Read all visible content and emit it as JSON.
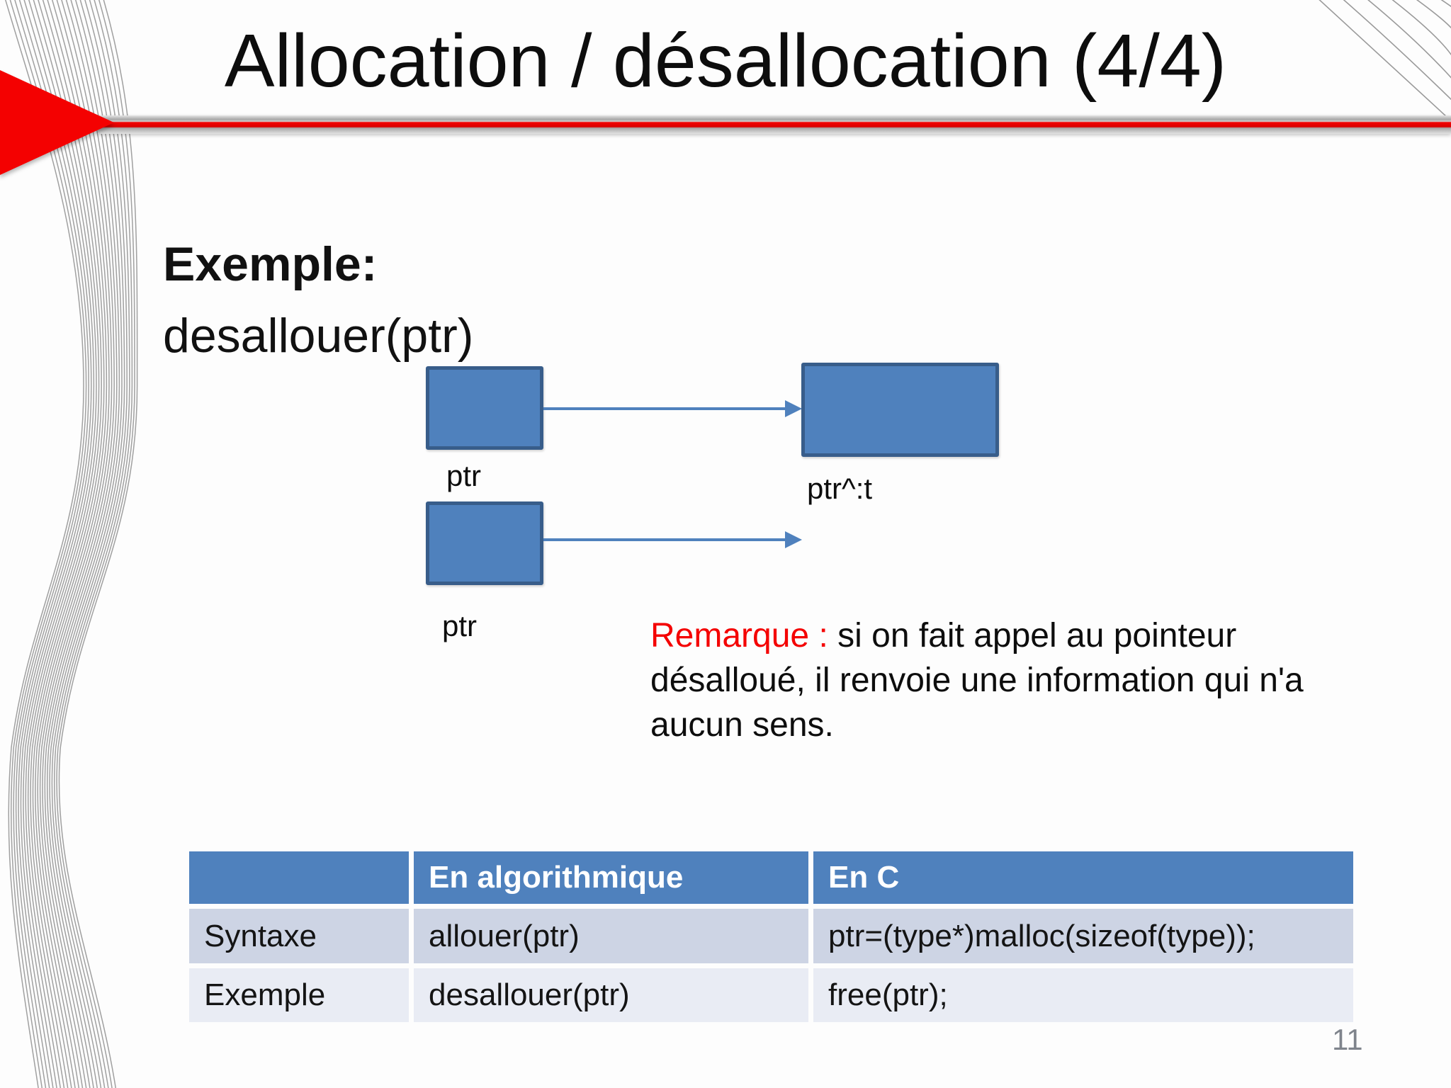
{
  "slide": {
    "title": "Allocation / désallocation (4/4)",
    "page_number": "11"
  },
  "example": {
    "heading": "Exemple:",
    "code": "desallouer(ptr)"
  },
  "diagram": {
    "ptr_label_1": "ptr",
    "ptr_deref_label": "ptr^:t",
    "ptr_label_2": "ptr"
  },
  "remark": {
    "label": "Remarque : ",
    "line1_rest": "si on fait appel au pointeur",
    "line2": "désalloué, il renvoie une information qui n'a",
    "line3": "aucun sens."
  },
  "table": {
    "headers": [
      "",
      "En algorithmique",
      "En C"
    ],
    "rows": [
      {
        "label": "Syntaxe",
        "algorithmic": "allouer(ptr)",
        "c": "ptr=(type*)malloc(sizeof(type));"
      },
      {
        "label": "Exemple",
        "algorithmic": "desallouer(ptr)",
        "c": "free(ptr);"
      }
    ]
  },
  "colors": {
    "accent_blue": "#4f81bd",
    "box_border_blue": "#385d8a",
    "table_header_bg": "#4f81bd",
    "table_row_odd_bg": "#cdd4e4",
    "table_row_even_bg": "#e9ecf4",
    "accent_red": "#f40101",
    "page_number_gray": "#7f848c"
  }
}
